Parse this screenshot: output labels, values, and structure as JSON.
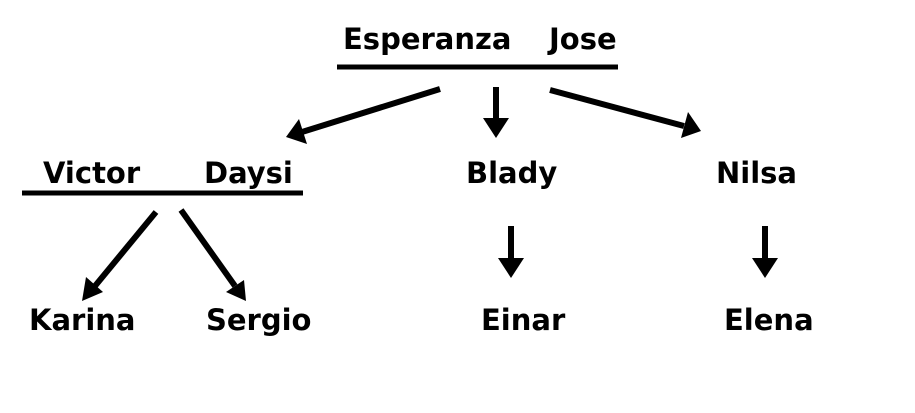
{
  "family_tree": {
    "generation_1": {
      "partner_left": "Esperanza",
      "partner_right": "Jose"
    },
    "generation_2": {
      "couple": {
        "partner_left": "Victor",
        "partner_right": "Daysi"
      },
      "child_2": "Blady",
      "child_3": "Nilsa"
    },
    "generation_3": {
      "child_of_couple_1": "Karina",
      "child_of_couple_2": "Sergio",
      "child_of_blady": "Einar",
      "child_of_nilsa": "Elena"
    }
  },
  "colors": {
    "ink": "#000000",
    "background": "#ffffff"
  }
}
